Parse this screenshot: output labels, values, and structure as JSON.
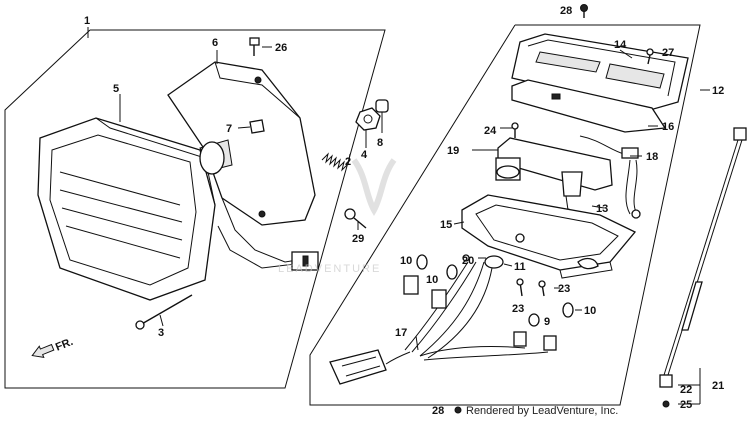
{
  "diagram": {
    "callouts": [
      "1",
      "2",
      "3",
      "4",
      "5",
      "6",
      "7",
      "8",
      "9",
      "10",
      "11",
      "12",
      "13",
      "14",
      "15",
      "16",
      "17",
      "18",
      "19",
      "20",
      "21",
      "22",
      "23",
      "24",
      "25",
      "26",
      "27",
      "28",
      "29"
    ],
    "direction_marker": "FR.",
    "watermark": "LEADVENTURE",
    "footer": {
      "callout": "28",
      "text": "Rendered by LeadVenture, Inc."
    }
  }
}
